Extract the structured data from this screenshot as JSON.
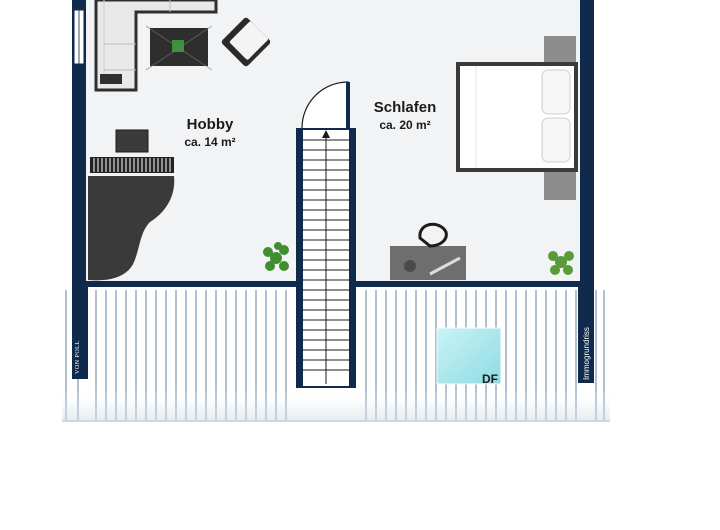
{
  "rooms": {
    "hobby": {
      "name": "Hobby",
      "area": "ca. 14 m²"
    },
    "schlafen": {
      "name": "Schlafen",
      "area": "ca. 20 m²"
    }
  },
  "skylight": {
    "label": "DF"
  },
  "branding": {
    "brand_logo": "VON POLL",
    "watermark": "Immogrundriss"
  },
  "colors": {
    "wall": "#0f2a4a",
    "floor": "#f2f3f5",
    "slope_stripe": "#9db0c2",
    "skylight": "#a9e8ee",
    "sofa": "#e9e9e9",
    "piano": "#3a3a3a"
  }
}
